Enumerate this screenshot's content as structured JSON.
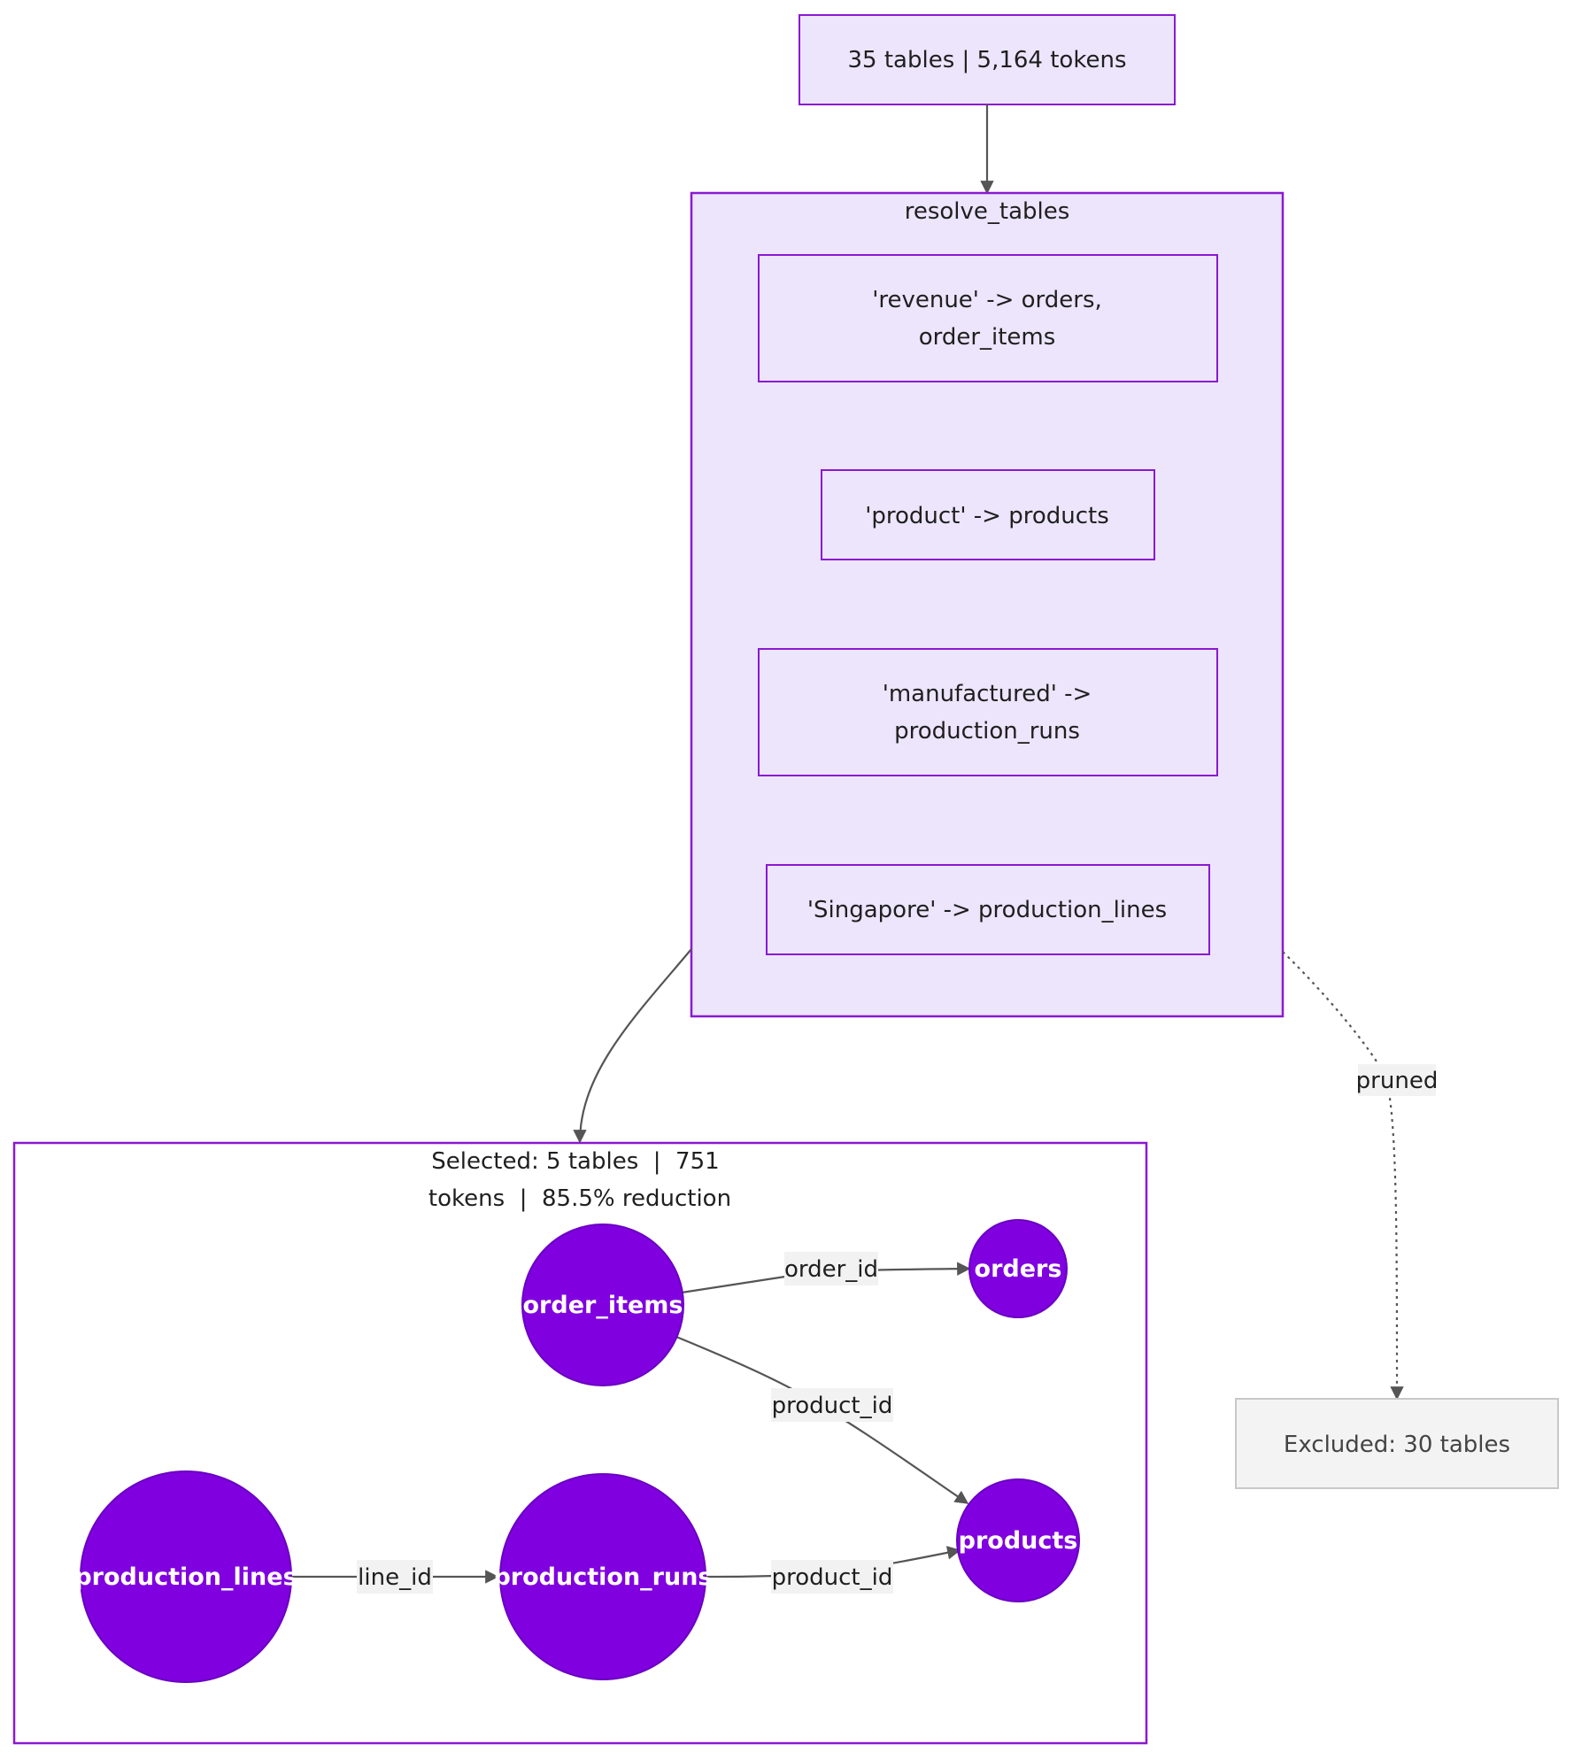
{
  "source_node": {
    "label": "35 tables | 5,164 tokens"
  },
  "resolve_cluster": {
    "title": "resolve_tables",
    "items": [
      {
        "line1": "'revenue' -> orders,",
        "line2": "order_items"
      },
      {
        "line1": "'product' -> products",
        "line2": ""
      },
      {
        "line1": "'manufactured' ->",
        "line2": "production_runs"
      },
      {
        "line1": "'Singapore' -> production_lines",
        "line2": ""
      }
    ]
  },
  "selected_cluster": {
    "title_line1": "Selected: 5 tables  |  751",
    "title_line2": "tokens  |  85.5% reduction",
    "tables": {
      "order_items": "order_items",
      "orders": "orders",
      "products": "products",
      "production_lines": "production_lines",
      "production_runs": "production_runs"
    },
    "edges": {
      "order_items_orders": "order_id",
      "order_items_products": "product_id",
      "lines_runs": "line_id",
      "runs_products": "product_id"
    }
  },
  "pruned_edge": {
    "label": "pruned"
  },
  "excluded_node": {
    "label": "Excluded: 30 tables"
  },
  "colors": {
    "node_fill": "#ECE5FC",
    "node_border": "#8A19D1",
    "table_circle": "#8000E0",
    "edge": "#555555",
    "excluded_fill": "#F3F3F3"
  }
}
